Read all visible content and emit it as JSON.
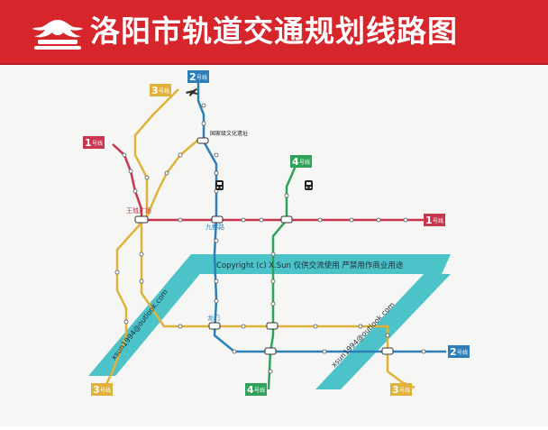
{
  "header": {
    "title": "洛阳市轨道交通规划线路图"
  },
  "colors": {
    "banner": "#d6262c",
    "line1": "#c8364f",
    "line2": "#2c7fb8",
    "line3": "#e0b23a",
    "line4": "#2fa35a",
    "watermark_band": "#4cc3c8"
  },
  "lines": [
    {
      "id": "line1",
      "label": "1",
      "color": "#c8364f",
      "tag_text": "号线"
    },
    {
      "id": "line2",
      "label": "2",
      "color": "#2c7fb8",
      "tag_text": "号线"
    },
    {
      "id": "line3",
      "label": "3",
      "color": "#e0b23a",
      "tag_text": "号线"
    },
    {
      "id": "line4",
      "label": "4",
      "color": "#2fa35a",
      "tag_text": "号线"
    }
  ],
  "stations": {
    "transfer_main": "王城广场",
    "transfer_center": "九都路",
    "transfer_south": "龙门",
    "interchange_north": "国家级文化遗址"
  },
  "watermark": {
    "copyright": "Copyright (c) X.Sun 仅供交流使用 严禁用作商业用途",
    "email_left": "xsun1994@outlook.com",
    "email_right": "xsun1994@outlook.com"
  },
  "icons": [
    "logo-icon",
    "airport-icon",
    "train-station-icon"
  ]
}
